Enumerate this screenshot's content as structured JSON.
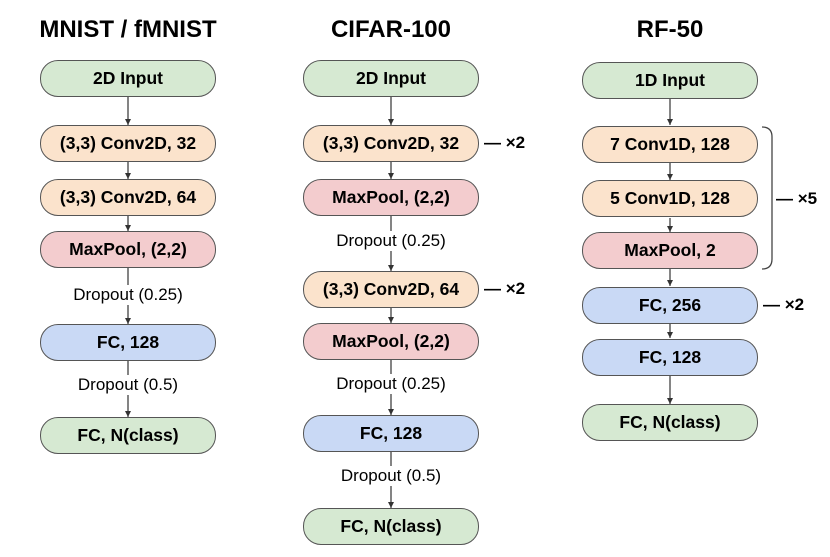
{
  "columns": [
    {
      "title": "MNIST / fMNIST",
      "nodes": [
        "2D Input",
        "(3,3) Conv2D, 32",
        "(3,3) Conv2D, 64",
        "MaxPool, (2,2)",
        "FC, 128",
        "FC, N(class)"
      ],
      "dropouts": [
        "Dropout (0.25)",
        "Dropout (0.5)"
      ]
    },
    {
      "title": "CIFAR-100",
      "nodes": [
        "2D Input",
        "(3,3) Conv2D, 32",
        "MaxPool, (2,2)",
        "(3,3) Conv2D, 64",
        "MaxPool, (2,2)",
        "FC, 128",
        "FC, N(class)"
      ],
      "dropouts": [
        "Dropout (0.25)",
        "Dropout (0.25)",
        "Dropout (0.5)"
      ],
      "repeats": [
        "— ×2",
        "— ×2"
      ]
    },
    {
      "title": "RF-50",
      "nodes": [
        "1D Input",
        "7 Conv1D, 128",
        "5 Conv1D, 128",
        "MaxPool, 2",
        "FC, 256",
        "FC, 128",
        "FC, N(class)"
      ],
      "repeats": [
        "×5",
        "— ×2"
      ]
    }
  ]
}
